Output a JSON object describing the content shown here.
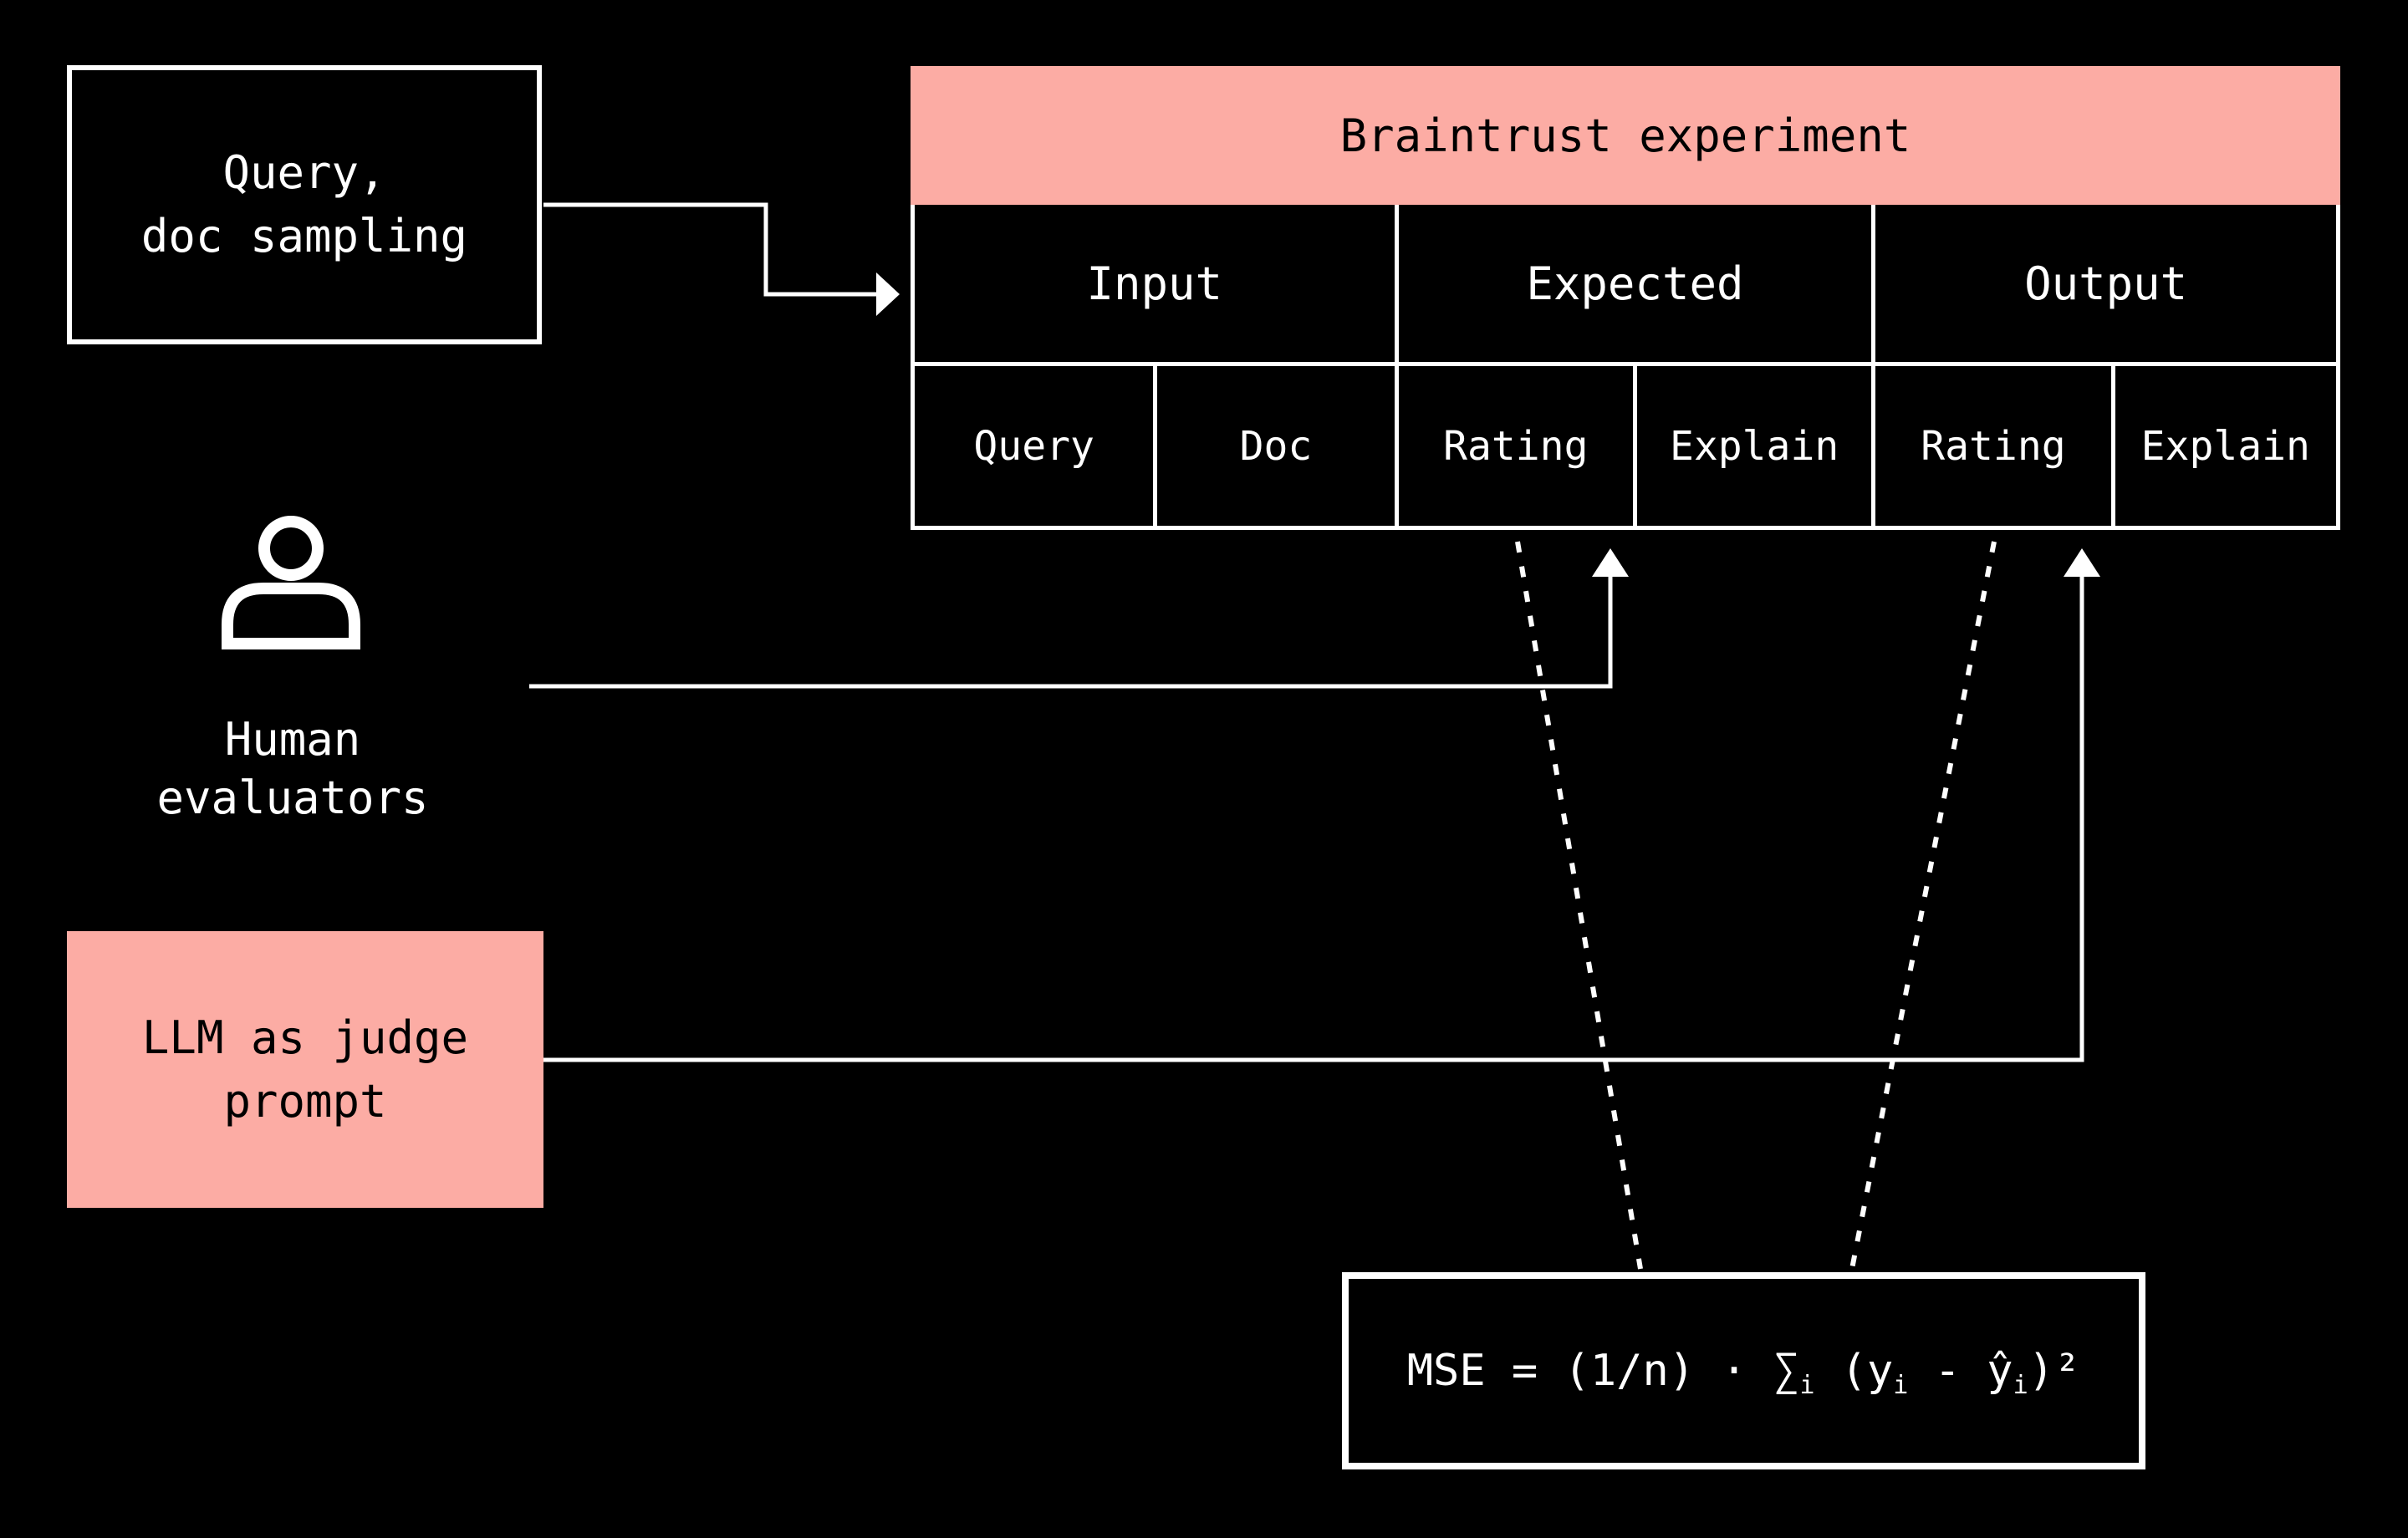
{
  "palette": {
    "background": "#000000",
    "foreground": "#ffffff",
    "accent_pink": "#fcaca4"
  },
  "query_box": {
    "line1": "Query,",
    "line2": "doc sampling"
  },
  "experiment_table": {
    "title": "Braintrust experiment",
    "group_headers": [
      "Input",
      "Expected",
      "Output"
    ],
    "sub_headers": [
      "Query",
      "Doc",
      "Rating",
      "Explain",
      "Rating",
      "Explain"
    ]
  },
  "human_evaluators": {
    "icon": "person-icon",
    "line1": "Human",
    "line2": "evaluators"
  },
  "llm_judge_box": {
    "line1": "LLM as judge",
    "line2": "prompt"
  },
  "mse_box": {
    "formula_text": "MSE = (1/n) · ∑i (yi - ŷi)²",
    "formula_parts": {
      "p1": "MSE = (1/n) · ∑",
      "sub_i": "i",
      "p2": " (y",
      "p3": " - ŷ",
      "p4": ")²"
    }
  }
}
